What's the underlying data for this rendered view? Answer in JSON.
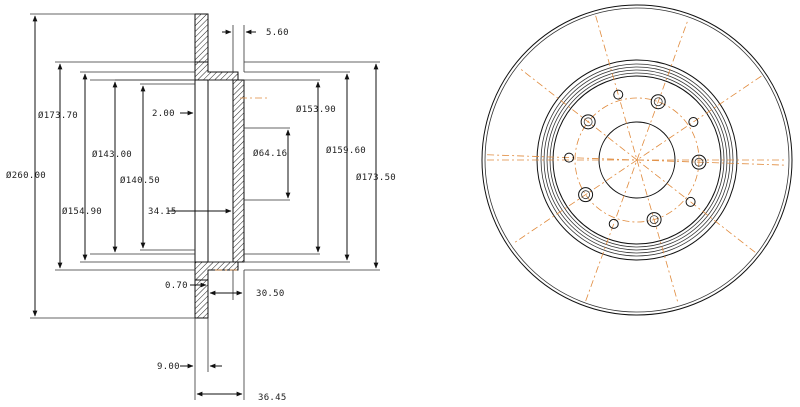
{
  "side_view": {
    "dimensions": {
      "d_5_60": "5.60",
      "d_173_70": "Ø173.70",
      "d_2_00": "2.00",
      "d_153_90": "Ø153.90",
      "d_143_00": "Ø143.00",
      "d_64_16": "Ø64.16",
      "d_159_60": "Ø159.60",
      "d_260_00": "Ø260.00",
      "d_140_50": "Ø140.50",
      "d_173_50": "Ø173.50",
      "d_154_90": "Ø154.90",
      "d_34_15": "34.15",
      "d_0_70": "0.70",
      "d_30_50": "30.50",
      "d_9_00": "9.00",
      "d_36_45": "36.45"
    }
  },
  "front_view": {
    "bolt_holes": 5,
    "small_holes": 5
  },
  "colors": {
    "line": "#111111",
    "centerline": "#e08a3c"
  }
}
